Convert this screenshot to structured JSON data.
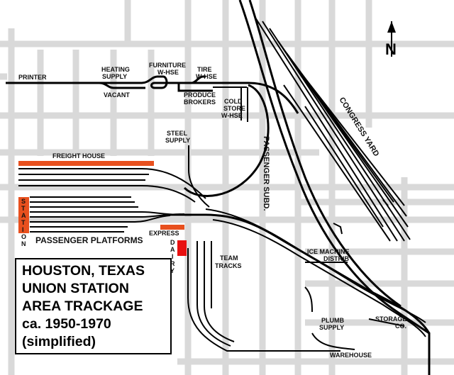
{
  "labels": {
    "printer": "PRINTER",
    "heating_supply": [
      "HEATING",
      "SUPPLY"
    ],
    "vacant": "VACANT",
    "furniture": [
      "FURNITURE",
      "W-HSE"
    ],
    "tire": [
      "TIRE",
      "W-HSE"
    ],
    "produce": [
      "PRODUCE",
      "BROKERS"
    ],
    "cold_store": [
      "COLD",
      "STORE",
      "W-HSE"
    ],
    "steel_supply": [
      "STEEL",
      "SUPPLY"
    ],
    "freight_house": "FREIGHT HOUSE",
    "station_letters": [
      "S",
      "T",
      "A",
      "T",
      "I",
      "O",
      "N"
    ],
    "passenger_platforms": "PASSENGER PLATFORMS",
    "express": "EXPRESS",
    "dairy_letters": [
      "D",
      "A",
      "I",
      "R",
      "Y"
    ],
    "team_tracks": [
      "TEAM",
      "TRACKS"
    ],
    "passenger_subd": "PASSENGER SUBD.",
    "congress_yard": "CONGRESS YARD",
    "ice_machine": [
      "ICE MACHINE",
      "DISTRIB"
    ],
    "plumb_supply": [
      "PLUMB",
      "SUPPLY"
    ],
    "storage_co": [
      "STORAGE",
      "CO."
    ],
    "warehouse": "WAREHOUSE",
    "north": "N"
  },
  "title_lines": [
    "HOUSTON, TEXAS",
    "UNION STATION",
    "AREA TRACKAGE",
    "ca. 1950-1970",
    "(simplified)"
  ],
  "colors": {
    "building": "#e8501e",
    "dairy": "#e81010",
    "street": "#d9d9d9",
    "track": "#000000"
  }
}
